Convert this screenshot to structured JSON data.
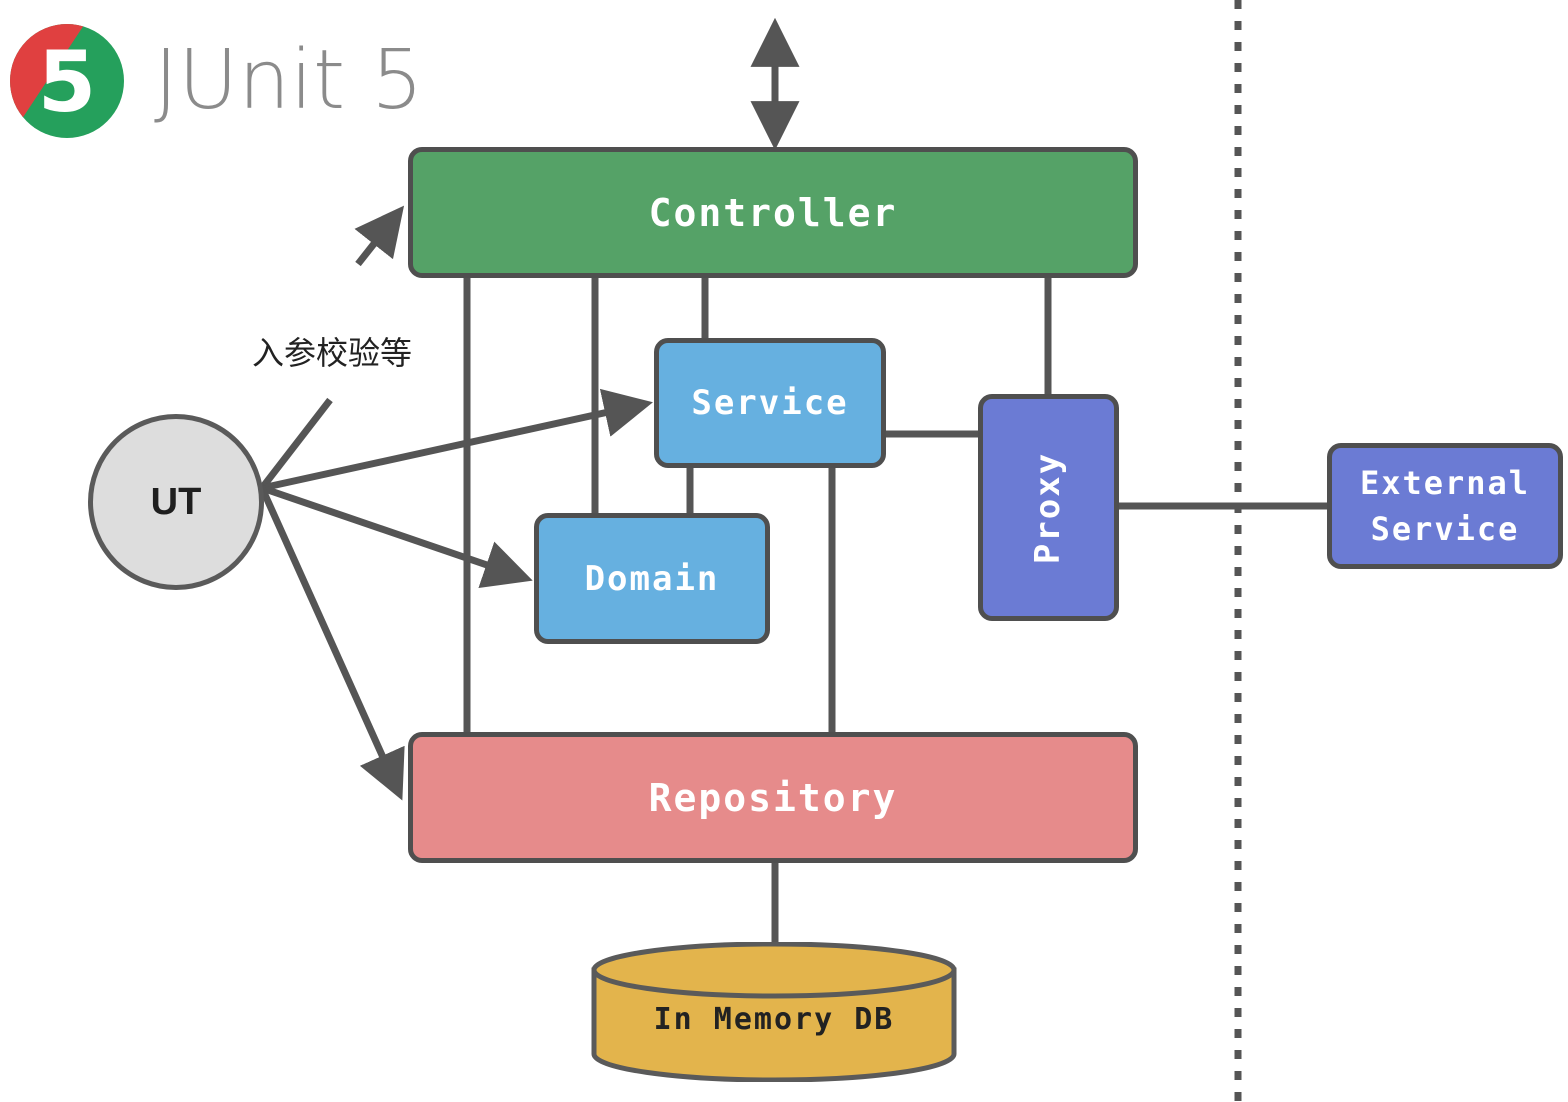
{
  "logo": {
    "name": "junit5-logo",
    "numeral": "5",
    "wordmark": "JUnit 5",
    "red": "#e04040",
    "green": "#25a05c"
  },
  "palette": {
    "controller_fill": "#55a267",
    "service_fill": "#66b0e0",
    "domain_fill": "#66b0e0",
    "proxy_fill": "#6b7bd4",
    "external_fill": "#6b7bd4",
    "repository_fill": "#e68b8b",
    "database_fill": "#e3b44c",
    "ut_fill": "#dddddd",
    "stroke": "#4f4f4f",
    "background": "#ffffff"
  },
  "nodes": {
    "ut": {
      "label": "UT",
      "shape": "circle"
    },
    "controller": {
      "label": "Controller",
      "shape": "rounded-rect"
    },
    "service": {
      "label": "Service",
      "shape": "rounded-rect"
    },
    "domain": {
      "label": "Domain",
      "shape": "rounded-rect"
    },
    "proxy": {
      "label": "Proxy",
      "shape": "rounded-rect",
      "orientation": "vertical-text"
    },
    "external_service": {
      "line1": "External",
      "line2": "Service",
      "shape": "rounded-rect"
    },
    "repository": {
      "label": "Repository",
      "shape": "rounded-rect"
    },
    "database": {
      "label": "In Memory DB",
      "shape": "cylinder"
    }
  },
  "annotations": {
    "ut_to_controller": "入参校验等"
  },
  "edges": [
    {
      "from": "external-inbound",
      "to": "controller",
      "style": "double-arrow"
    },
    {
      "from": "ut",
      "to": "controller",
      "style": "arrow"
    },
    {
      "from": "ut",
      "to": "service",
      "style": "arrow"
    },
    {
      "from": "ut",
      "to": "domain",
      "style": "arrow"
    },
    {
      "from": "ut",
      "to": "repository",
      "style": "arrow"
    },
    {
      "from": "controller",
      "to": "repository",
      "style": "line"
    },
    {
      "from": "controller",
      "to": "domain",
      "style": "line"
    },
    {
      "from": "controller",
      "to": "service",
      "style": "line"
    },
    {
      "from": "controller",
      "to": "proxy",
      "style": "line"
    },
    {
      "from": "service",
      "to": "domain",
      "style": "line"
    },
    {
      "from": "service",
      "to": "repository",
      "style": "line"
    },
    {
      "from": "service",
      "to": "proxy",
      "style": "line"
    },
    {
      "from": "proxy",
      "to": "external_service",
      "style": "line"
    },
    {
      "from": "repository",
      "to": "database",
      "style": "line"
    }
  ],
  "boundary": {
    "name": "system-boundary",
    "style": "dashed-vertical"
  }
}
